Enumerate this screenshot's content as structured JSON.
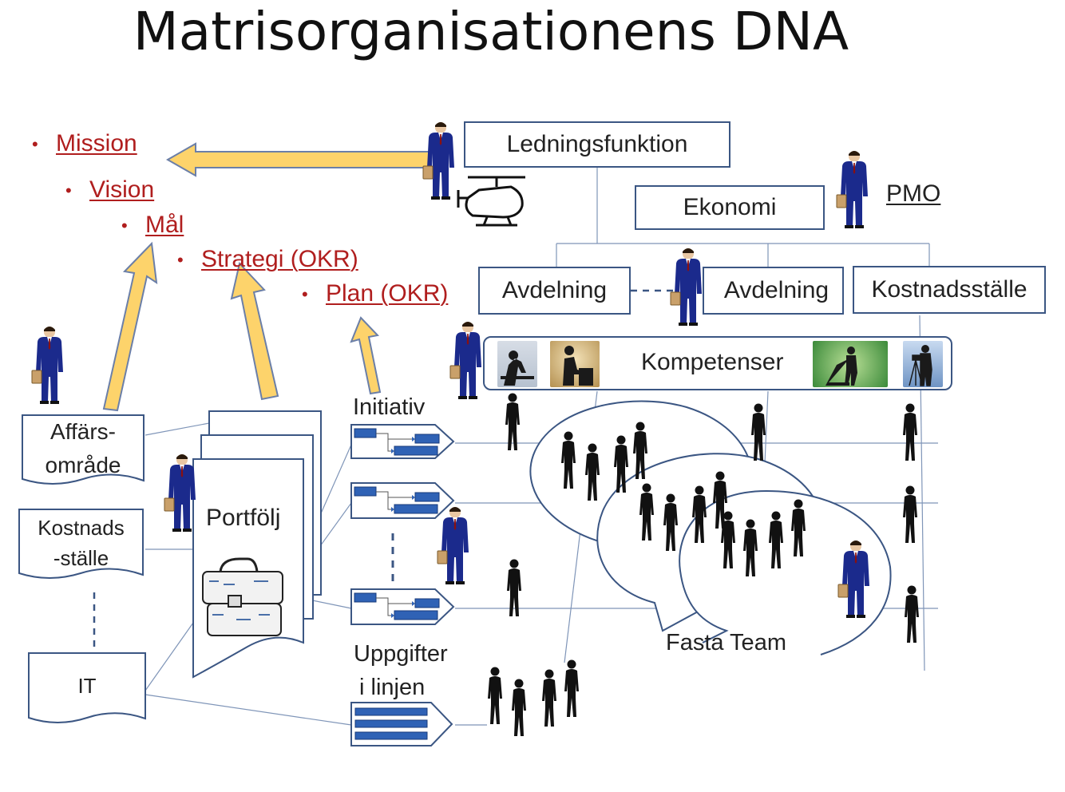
{
  "title": "Matrisorganisationens DNA",
  "colors": {
    "accent_red": "#b01e1e",
    "box_border": "#3b5683",
    "arrow_fill": "#fdd36b",
    "arrow_stroke": "#6b7fa8",
    "figure_suit": "#1b2a8c",
    "silhouette": "#111111",
    "bar_blue": "#2f62b5"
  },
  "goals": [
    {
      "label": "Mission"
    },
    {
      "label": "Vision"
    },
    {
      "label": "Mål"
    },
    {
      "label": "Strategi (OKR)"
    },
    {
      "label": "Plan (OKR)"
    }
  ],
  "org": {
    "top": "Ledningsfunktion",
    "ekonomi": "Ekonomi",
    "pmo": "PMO",
    "avdelning_1": "Avdelning",
    "avdelning_2": "Avdelning",
    "kostnadsstalle": "Kostnadsställe",
    "kompetenser": "Kompetenser"
  },
  "left_docs": {
    "affarsomrade_line1": "Affärs-",
    "affarsomrade_line2": "område",
    "kostnad_line1": "Kostnads",
    "kostnad_line2": "-ställe",
    "it": "IT"
  },
  "portfolio": "Portfölj",
  "work": {
    "initiativ": "Initiativ",
    "uppgifter_line1": "Uppgifter",
    "uppgifter_line2": "i linjen"
  },
  "teams": "Fasta Team",
  "icons": {
    "helicopter": "helicopter-icon",
    "briefcase": "briefcase-icon",
    "businessman": "businessman-icon",
    "person_silhouette": "person-silhouette-icon"
  }
}
